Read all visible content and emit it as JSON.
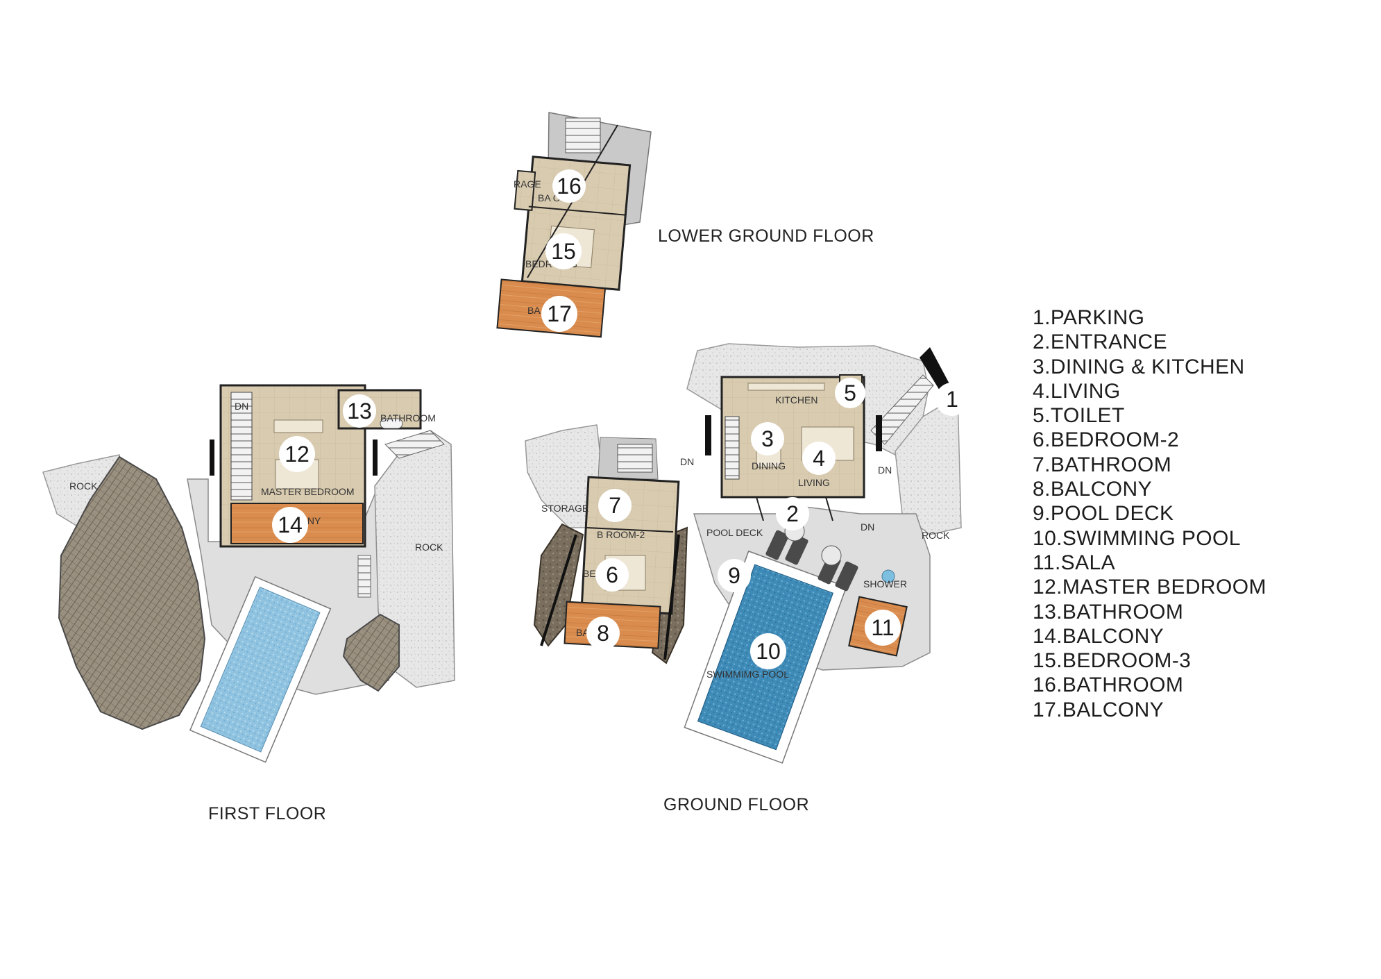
{
  "floor_titles": {
    "lower_ground": "LOWER GROUND FLOOR",
    "first": "FIRST FLOOR",
    "ground": "GROUND FLOOR"
  },
  "legend": [
    "1.PARKING",
    "2.ENTRANCE",
    "3.DINING & KITCHEN",
    "4.LIVING",
    "5.TOILET",
    "6.BEDROOM-2",
    "7.BATHROOM",
    "8.BALCONY",
    "9.POOL DECK",
    "10.SWIMMING POOL",
    "11.SALA",
    "12.MASTER BEDROOM",
    "13.BATHROOM",
    "14.BALCONY",
    "15.BEDROOM-3",
    "16.BATHROOM",
    "17.BALCONY"
  ],
  "room_labels": {
    "rock_left": "ROCK",
    "rock_mid": "ROCK",
    "rock_right": "ROCK",
    "master_bedroom": "MASTER BEDROOM",
    "bathroom_first": "BATHROOM",
    "dn_first": "DN",
    "balcony_first": "ONY",
    "kitchen": "KITCHEN",
    "dining": "DINING",
    "living": "LIVING",
    "pool_deck": "POOL DECK",
    "storage": "STORAGE",
    "bathroom_2": "B ROOM-2",
    "bedroom_2": "BED M-2",
    "balcony_2": "BA NY-2",
    "swimming_pool": "SWIMMIMG POOL",
    "shower": "SHOWER",
    "dn_ground_a": "DN",
    "dn_ground_b": "DN",
    "dn_ground_c": "DN",
    "storage_lg": "RAGE",
    "bathroom_lg": "BA OM-3",
    "bedroom_lg": "BEDR M - 3",
    "balcony_lg": "BA Y"
  },
  "badges": [
    "1",
    "2",
    "3",
    "4",
    "5",
    "6",
    "7",
    "8",
    "9",
    "10",
    "11",
    "12",
    "13",
    "14",
    "15",
    "16",
    "17"
  ],
  "colors": {
    "floor_tile": "#d8cbb0",
    "deck_wood": "#d98c4e",
    "pool_water": "#8fc3e0",
    "pool_dark": "#3f8bb8",
    "rock_hatch": "#8e8474",
    "paving": "#dedede",
    "rock_light": "#e6e6e6"
  }
}
